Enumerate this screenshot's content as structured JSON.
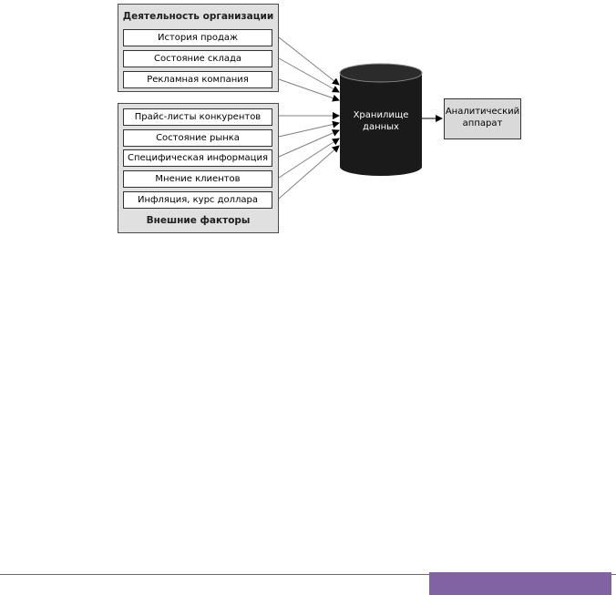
{
  "diagram": {
    "internal_group": {
      "title": "Деятельность организации",
      "items": [
        "История продаж",
        "Состояние склада",
        "Рекламная компания"
      ]
    },
    "external_group": {
      "title": "Внешние факторы",
      "items": [
        "Прайс-листы конкурентов",
        "Состояние рынка",
        "Специфическая информация",
        "Мнение клиентов",
        "Инфляция, курс доллара"
      ]
    },
    "storage": {
      "line1": "Хранилище",
      "line2": "данных"
    },
    "analytic": {
      "line1": "Аналитический",
      "line2": "аппарат"
    }
  },
  "colors": {
    "group_fill": "#e0e0e0",
    "cylinder_fill": "#1a1a1a",
    "arrow": "#808080",
    "footer_accent": "#8163a3"
  }
}
